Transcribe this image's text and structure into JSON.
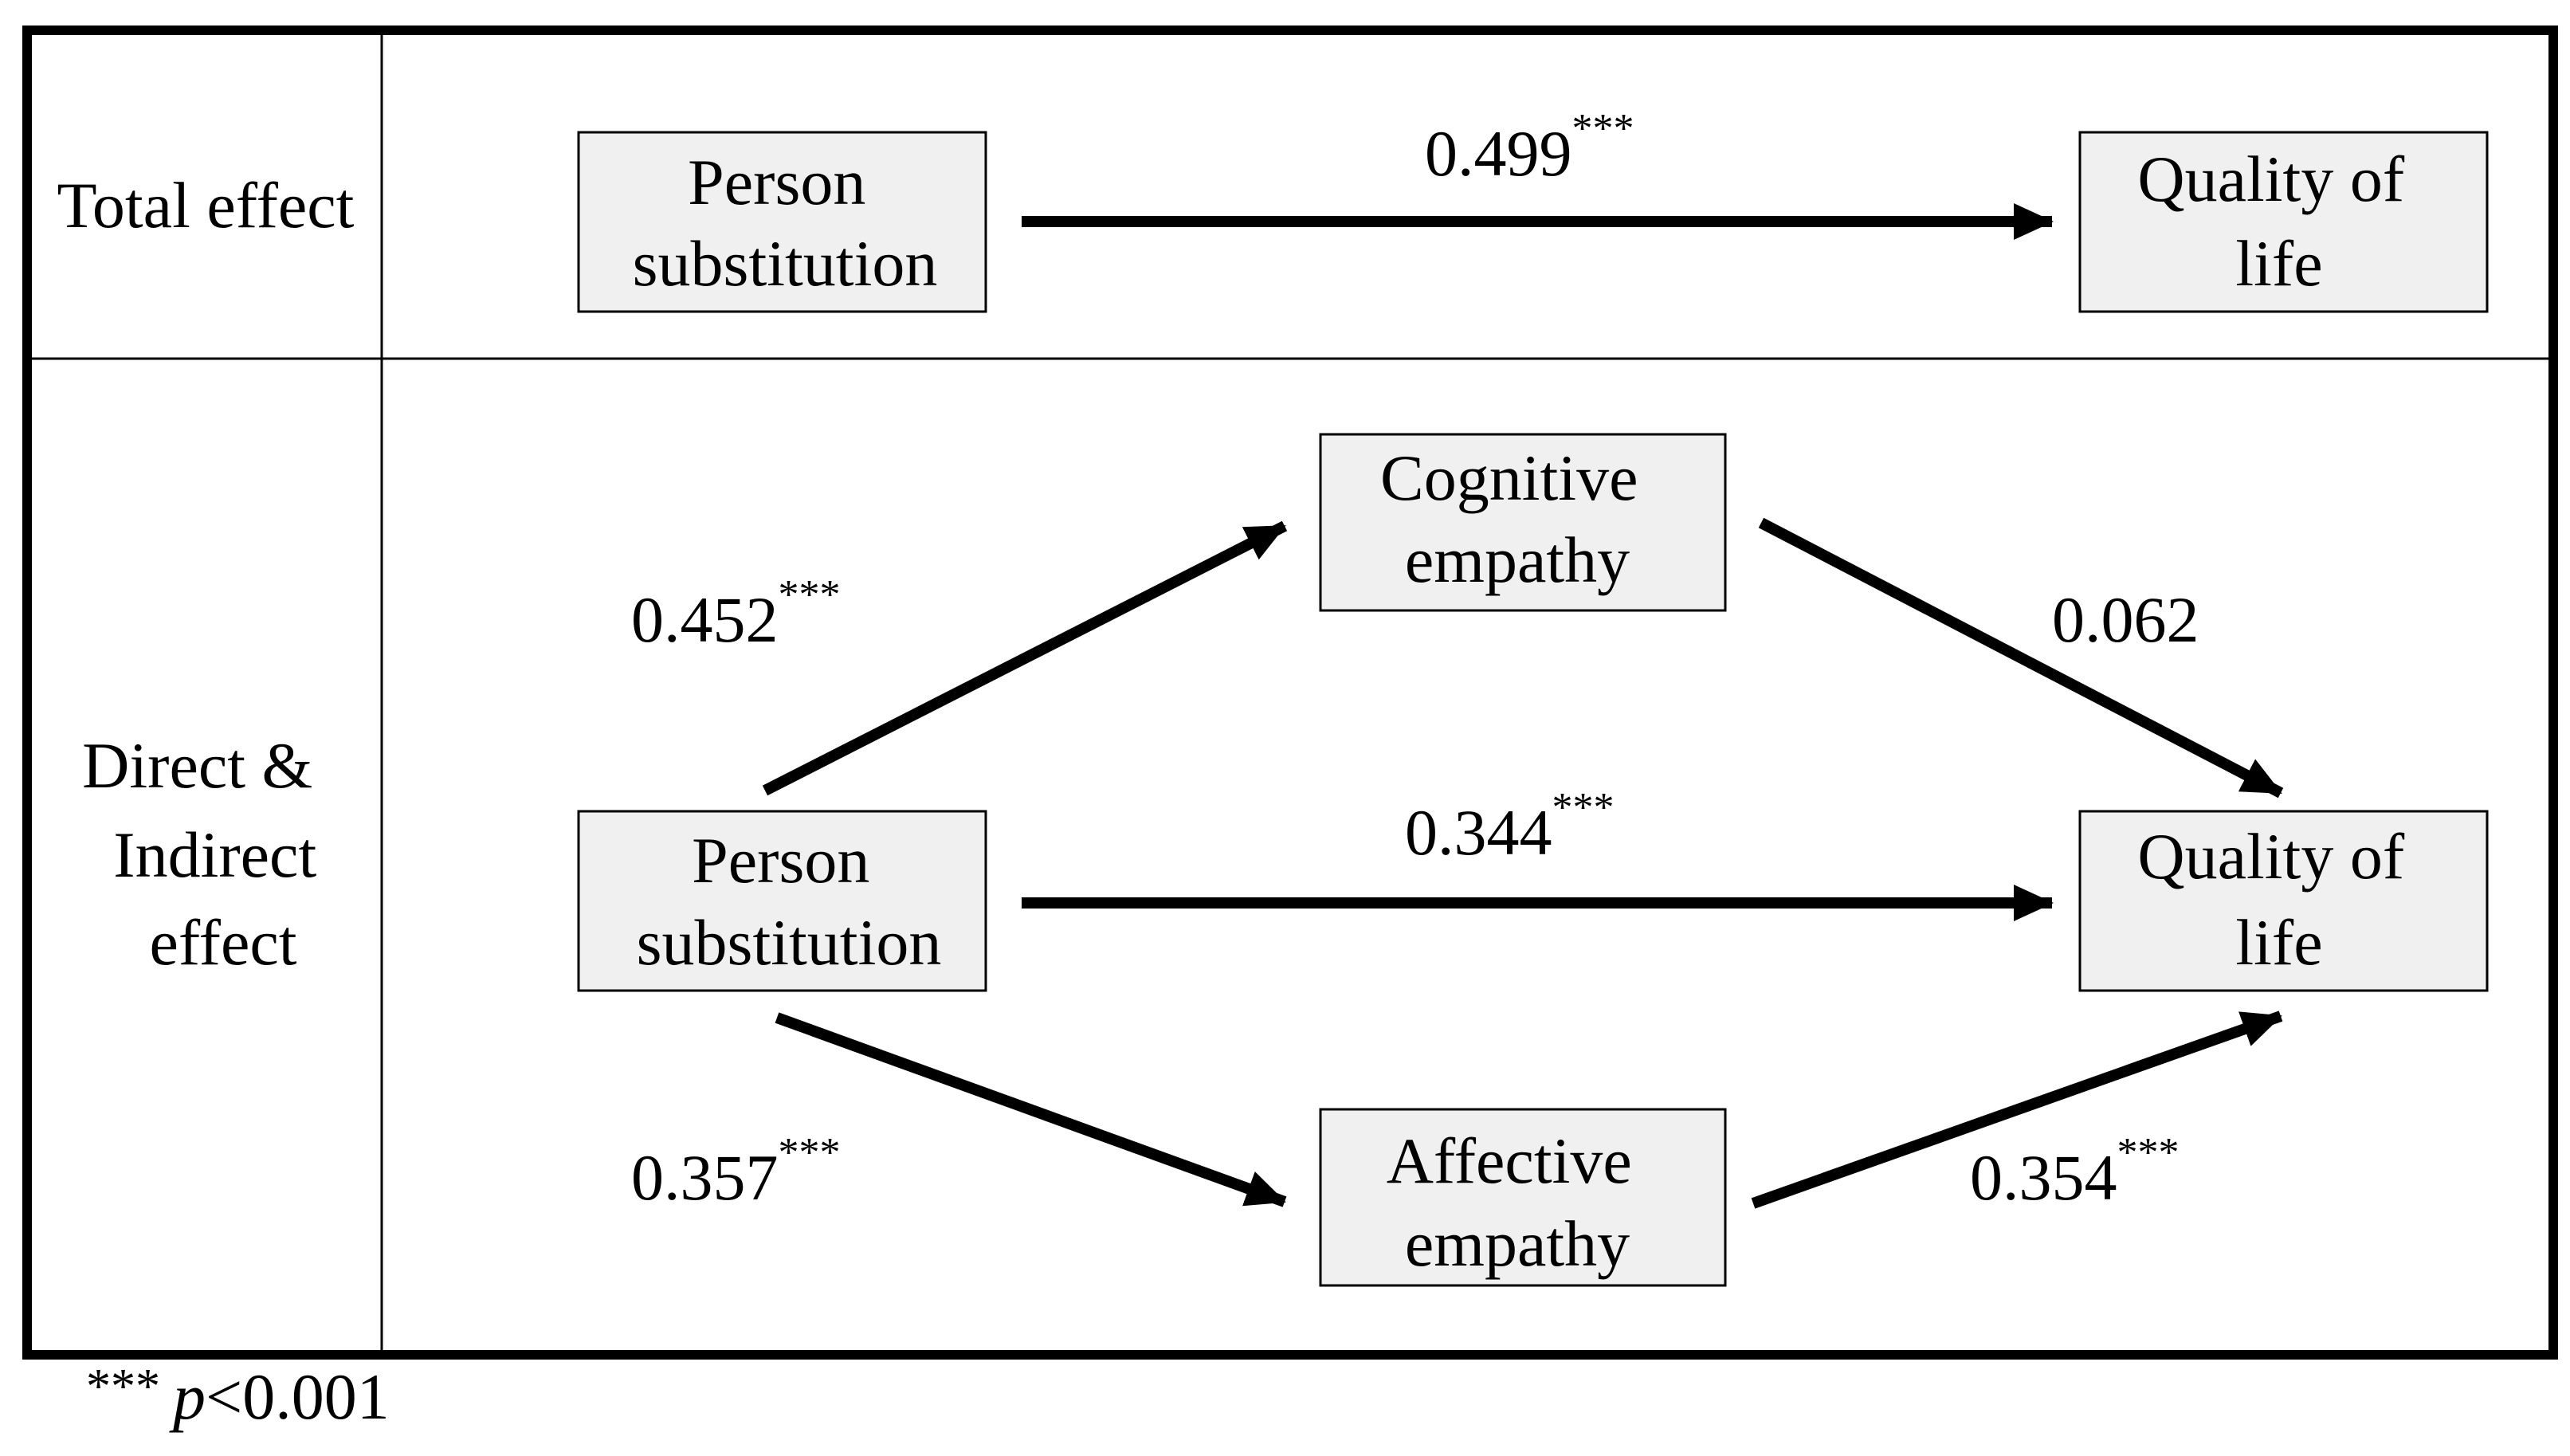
{
  "rows": {
    "total": {
      "label": [
        "Total effect"
      ]
    },
    "direct": {
      "label": [
        "Direct &",
        "Indirect",
        "effect"
      ]
    }
  },
  "nodes": {
    "total_ps": [
      "Person",
      "substitution"
    ],
    "total_qol": [
      "Quality of",
      "life"
    ],
    "cognitive": [
      "Cognitive",
      "empathy"
    ],
    "ps": [
      "Person",
      "substitution"
    ],
    "qol": [
      "Quality of",
      "life"
    ],
    "affective": [
      "Affective",
      "empathy"
    ]
  },
  "paths": {
    "total": {
      "coef": "0.499",
      "sig": "***"
    },
    "ps_cog": {
      "coef": "0.452",
      "sig": "***"
    },
    "cog_qol": {
      "coef": "0.062",
      "sig": ""
    },
    "ps_qol": {
      "coef": "0.344",
      "sig": "***"
    },
    "ps_aff": {
      "coef": "0.357",
      "sig": "***"
    },
    "aff_qol": {
      "coef": "0.354",
      "sig": "***"
    }
  },
  "footnote": {
    "stars": "***",
    "p": "p",
    "rest": "<0.001"
  },
  "colors": {
    "box_fill": "#f0f0f0",
    "line": "#000000"
  }
}
